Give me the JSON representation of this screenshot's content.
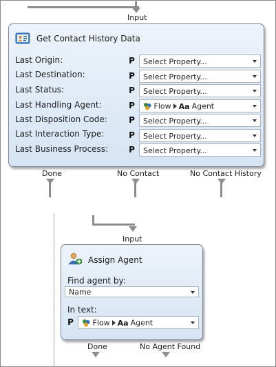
{
  "node1": {
    "input_label": "Input",
    "title": "Get Contact History Data",
    "rows": [
      {
        "label": "Last Origin:",
        "p": "P",
        "value": "Select Property..."
      },
      {
        "label": "Last Destination:",
        "p": "P",
        "value": "Select Property..."
      },
      {
        "label": "Last Status:",
        "p": "P",
        "value": "Select Property..."
      },
      {
        "label": "Last Handling Agent:",
        "p": "P",
        "value_flow": "Flow",
        "value_agent": "Agent"
      },
      {
        "label": "Last Disposition Code:",
        "p": "P",
        "value": "Select Property..."
      },
      {
        "label": "Last Interaction Type:",
        "p": "P",
        "value": "Select Property..."
      },
      {
        "label": "Last Business Process:",
        "p": "P",
        "value": "Select Property..."
      }
    ],
    "outputs": [
      "Done",
      "No Contact",
      "No Contact History"
    ]
  },
  "node2": {
    "input_label": "Input",
    "title": "Assign Agent",
    "find_label": "Find agent by:",
    "find_value": "Name",
    "text_label": "In text:",
    "p": "P",
    "text_flow": "Flow",
    "text_agent": "Agent",
    "outputs": [
      "Done",
      "No Agent Found"
    ]
  },
  "colors": {
    "node_border": "#7a8696",
    "wire": "#8c8c8c",
    "node_fill_top": "#edf3fa",
    "node_fill_bottom": "#d6e4f3"
  },
  "icons": [
    "contact-card-icon",
    "assign-agent-icon",
    "flow-icon",
    "agent-text-icon",
    "dropdown-caret-icon"
  ]
}
